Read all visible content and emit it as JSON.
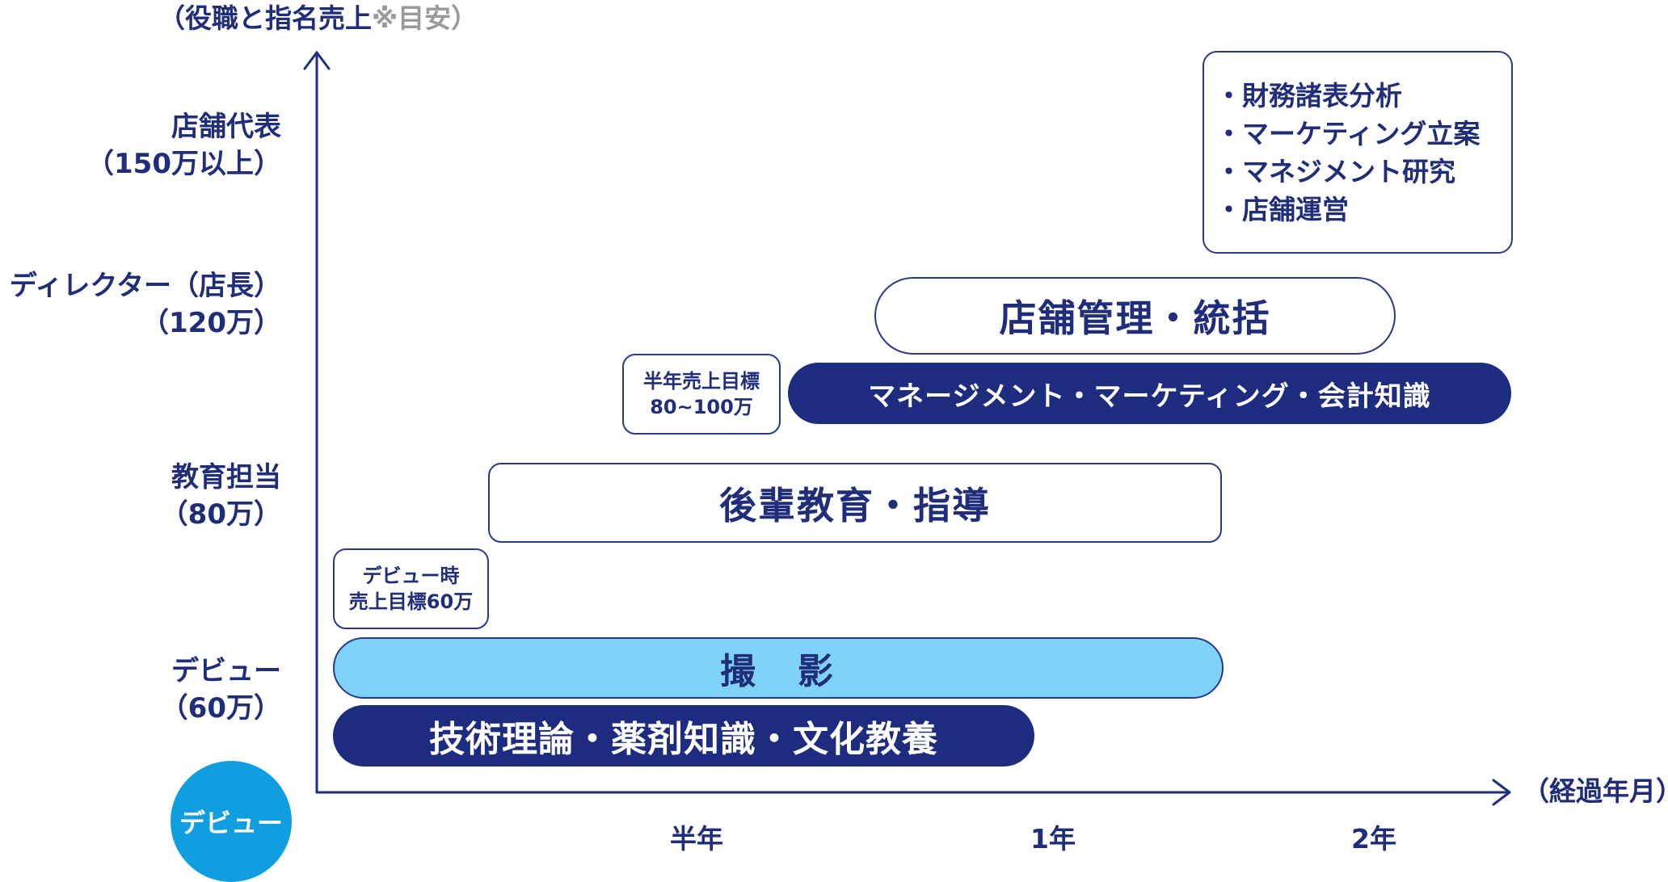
{
  "axes": {
    "y_title_main": "（役職と指名売上",
    "y_title_note": "※目安）",
    "x_title": "（経過年月）",
    "x_ticks": [
      "半年",
      "1年",
      "2年"
    ]
  },
  "levels": [
    {
      "line1": "店舗代表",
      "line2": "（150万以上）"
    },
    {
      "line1": "ディレクター（店長）",
      "line2": "（120万）"
    },
    {
      "line1": "教育担当",
      "line2": "（80万）"
    },
    {
      "line1": "デビュー",
      "line2": "（60万）"
    }
  ],
  "start_badge": "デビュー",
  "bars": {
    "store_management": "店舗管理・統括",
    "management_marketing": "マネージメント・マーケティング・会計知識",
    "junior_education": "後輩教育・指導",
    "photography": "撮　影",
    "technical_theory": "技術理論・薬剤知識・文化教養"
  },
  "notes": {
    "half_year_target": {
      "line1": "半年売上目標",
      "line2": "80~100万"
    },
    "debut_target": {
      "line1": "デビュー時",
      "line2": "売上目標60万"
    }
  },
  "skills": [
    "・財務諸表分析",
    "・マーケティング立案",
    "・マネジメント研究",
    "・店舗運営"
  ],
  "colors": {
    "navy": "#1e2c80",
    "text": "#1f2d7a",
    "light_blue": "#7fd3fb",
    "badge_blue": "#0f9fe0",
    "note_gray": "#9a9a9a"
  }
}
